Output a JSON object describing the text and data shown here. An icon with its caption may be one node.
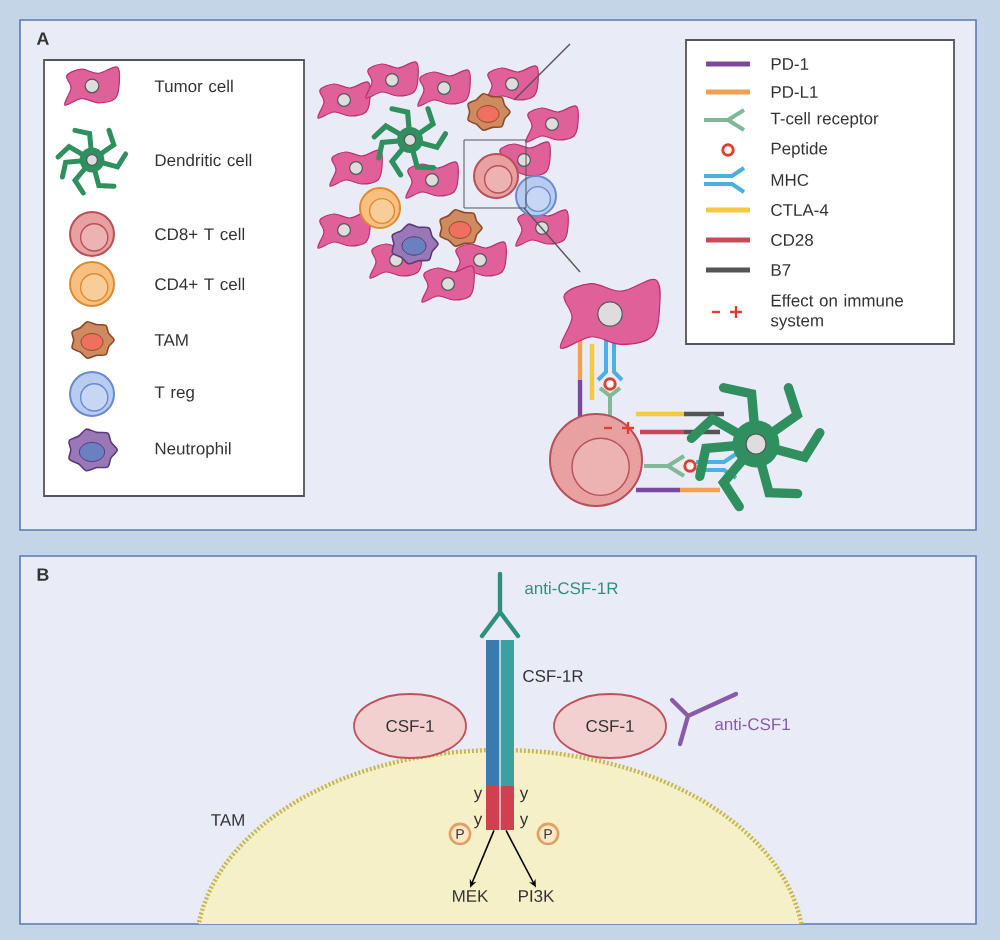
{
  "diagram": {
    "nodes": [
      {
        "text": [
          "A"
        ]
      },
      {
        "text": [
          "B"
        ]
      },
      {
        "text": [
          "TAM"
        ],
        "in": 1
      },
      {
        "text": [
          "CSF-1"
        ],
        "in": 1
      },
      {
        "text": [
          "CSF-1"
        ],
        "in": 1
      },
      {
        "text": [],
        "shape": "bar",
        "beside": [
          "CSF-1R"
        ],
        "in": 1
      },
      {
        "text": [
          "P"
        ],
        "in": 2
      },
      {
        "text": [
          "P"
        ],
        "in": 2
      },
      {
        "text": [
          "MEK"
        ],
        "in": 2
      },
      {
        "text": [
          "PI3K"
        ],
        "in": 2
      }
    ],
    "edges": [
      {
        "from": 5,
        "to": 8,
        "arrow": "to"
      },
      {
        "from": 5,
        "to": 9,
        "arrow": "to"
      }
    ],
    "labels": [
      "anti-CSF-1R",
      "anti-CSF1",
      "y",
      "y",
      "y",
      "y"
    ],
    "legend": [
      {
        "text": "Tumor cell"
      },
      {
        "text": "Dendritic cell"
      },
      {
        "text": "CD8+ T cell"
      },
      {
        "text": "CD4+ T cell"
      },
      {
        "text": "TAM"
      },
      {
        "text": "T reg"
      },
      {
        "text": "Neutrophil"
      },
      {
        "text": "PD-1"
      },
      {
        "text": "PD-L1"
      },
      {
        "text": "T-cell receptor"
      },
      {
        "text": "Peptide"
      },
      {
        "text": "MHC"
      },
      {
        "text": "CTLA-4"
      },
      {
        "text": "CD28"
      },
      {
        "text": "B7"
      },
      {
        "text": "Effect on immune system"
      }
    ]
  }
}
